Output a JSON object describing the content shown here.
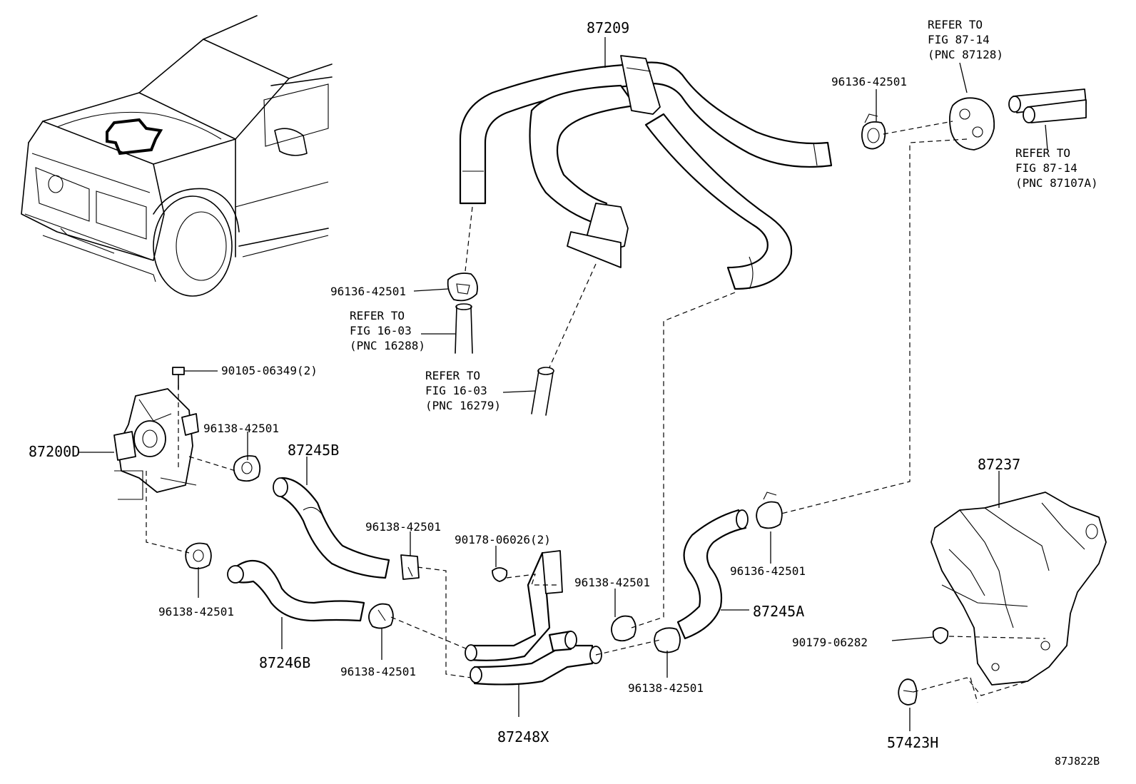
{
  "diagram_id": "87J822B",
  "parts": {
    "hose_87209": "87209",
    "valve_87200D": "87200D",
    "hose_87245B": "87245B",
    "hose_87246B": "87246B",
    "pipe_87248X": "87248X",
    "hose_87245A": "87245A",
    "cover_87237": "87237",
    "clip_57423H": "57423H"
  },
  "fasteners": {
    "clamp_top_right": "96136-42501",
    "clamp_mid_left": "96136-42501",
    "bolt_90105": "90105-06349(2)",
    "clamp_valve": "96138-42501",
    "clamp_pipe_left": "96138-42501",
    "screw_90178": "90178-06026(2)",
    "clamp_pipe_center": "96138-42501",
    "clamp_lower_right": "96136-42501",
    "clamp_lower_left": "96138-42501",
    "clamp_bottom_mid": "96138-42501",
    "clamp_bottom_center": "96138-42501",
    "nut_90179": "90179-06282"
  },
  "references": {
    "ref_87128": {
      "l1": "REFER TO",
      "l2": "FIG 87-14",
      "l3": "(PNC 87128)"
    },
    "ref_87107A": {
      "l1": "REFER TO",
      "l2": "FIG 87-14",
      "l3": "(PNC 87107A)"
    },
    "ref_16288": {
      "l1": "REFER TO",
      "l2": "FIG 16-03",
      "l3": "(PNC 16288)"
    },
    "ref_16279": {
      "l1": "REFER TO",
      "l2": "FIG 16-03",
      "l3": "(PNC 16279)"
    }
  },
  "icons": {
    "vehicle": "suv-front-view-icon",
    "hose": "heater-hose-icon",
    "clamp": "hose-clamp-icon",
    "valve": "water-valve-icon"
  }
}
